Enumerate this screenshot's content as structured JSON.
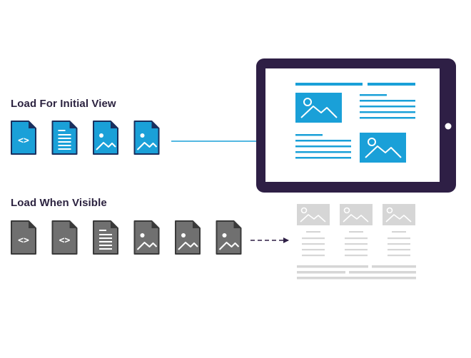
{
  "sections": {
    "initial": {
      "label": "Load For Initial View",
      "files": [
        {
          "icon": "code-file-icon",
          "glyph": "<>"
        },
        {
          "icon": "text-file-icon"
        },
        {
          "icon": "image-file-icon"
        },
        {
          "icon": "image-file-icon"
        }
      ],
      "arrow_style": "solid"
    },
    "visible": {
      "label": "Load When Visible",
      "files": [
        {
          "icon": "code-file-icon",
          "glyph": "<>"
        },
        {
          "icon": "code-file-icon",
          "glyph": "<>"
        },
        {
          "icon": "text-file-icon"
        },
        {
          "icon": "image-file-icon"
        },
        {
          "icon": "image-file-icon"
        },
        {
          "icon": "image-file-icon"
        }
      ],
      "arrow_style": "dashed"
    }
  },
  "colors": {
    "primary": "#1aa0d8",
    "primary_dark": "#1a2f5e",
    "muted": "#707070",
    "muted_dark": "#3a3a3a",
    "tablet_frame": "#2e1f45",
    "text": "#2c2340",
    "ghost": "#d6d6d6",
    "arrow_solid": "#1aa0d8",
    "arrow_dashed": "#2e1f45"
  }
}
